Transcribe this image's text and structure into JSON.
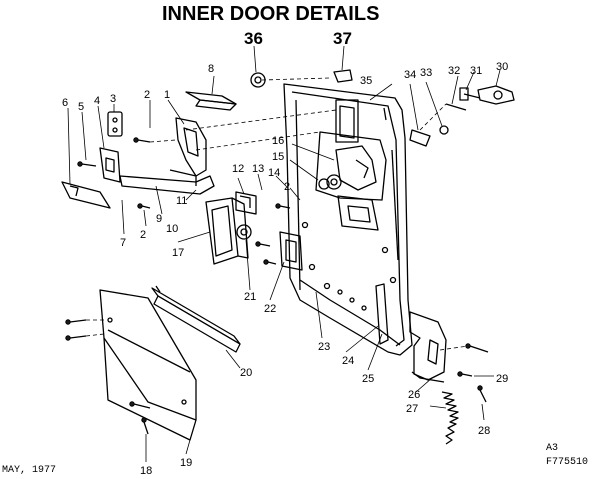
{
  "title": "INNER DOOR DETAILS",
  "callouts": {
    "p1": "1",
    "p2a": "2",
    "p2b": "2",
    "p2c": "2",
    "p3": "3",
    "p4": "4",
    "p5": "5",
    "p6": "6",
    "p7": "7",
    "p8": "8",
    "p9": "9",
    "p10": "10",
    "p11": "11",
    "p12": "12",
    "p13": "13",
    "p14": "14",
    "p15": "15",
    "p16": "16",
    "p17": "17",
    "p18": "18",
    "p19": "19",
    "p20": "20",
    "p21": "21",
    "p22": "22",
    "p23": "23",
    "p24": "24",
    "p25": "25",
    "p26": "26",
    "p27": "27",
    "p28": "28",
    "p29": "29",
    "p30": "30",
    "p31": "31",
    "p32": "32",
    "p33": "33",
    "p34": "34",
    "p35": "35",
    "p36": "36",
    "p37": "37"
  },
  "footer": {
    "date": "MAY, 1977",
    "sheet": "A3",
    "drawing_number": "F775510"
  }
}
